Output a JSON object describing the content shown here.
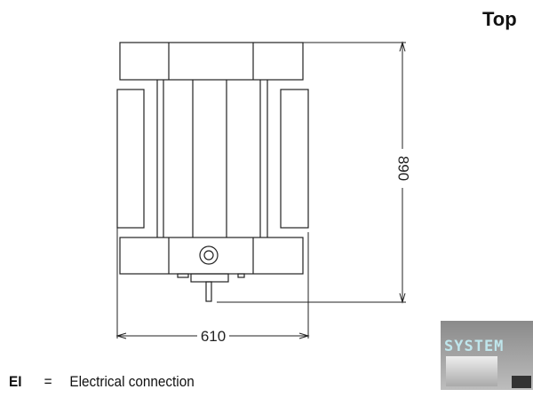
{
  "view_title": "Top",
  "dimensions": {
    "depth": "890",
    "width": "610"
  },
  "legend": [
    {
      "code": "EI",
      "separator": "=",
      "description": "Electrical connection"
    }
  ],
  "logo": {
    "text": "SYSTEM"
  }
}
